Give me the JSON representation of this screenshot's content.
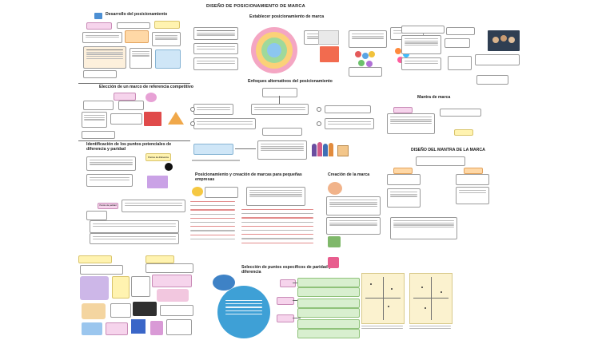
{
  "board": {
    "main_title": "DISEÑO DE POSICIONAMIENTO DE MARCA"
  },
  "sections": {
    "s1": "Desarrollo del posicionamiento",
    "s2": "Establecer posicionamiento de marca",
    "s3": "Elección de un marco de referencia competitivo",
    "s4": "Enfoques alternativos del posicionamiento",
    "s5": "Mantra de marca",
    "s6": "DISEÑO DEL MANTRA DE LA MARCA",
    "s7": "Identificación de los puntos potenciales de diferencia y paridad",
    "s8": "Posicionamiento y creación de marcas para pequeñas empresas",
    "s9": "Creación de la marca",
    "s10": "Selección de puntos específicos de paridad y diferencia"
  },
  "labels": {
    "puntos_diferencia": "Puntos de diferencia",
    "puntos_paridad": "Puntos de paridad"
  },
  "colors": {
    "yellow": "#fff3b0",
    "pink": "#f6d4ec",
    "blue": "#cfe6f7",
    "green": "#d8efcf",
    "orange": "#ffd8a6"
  }
}
